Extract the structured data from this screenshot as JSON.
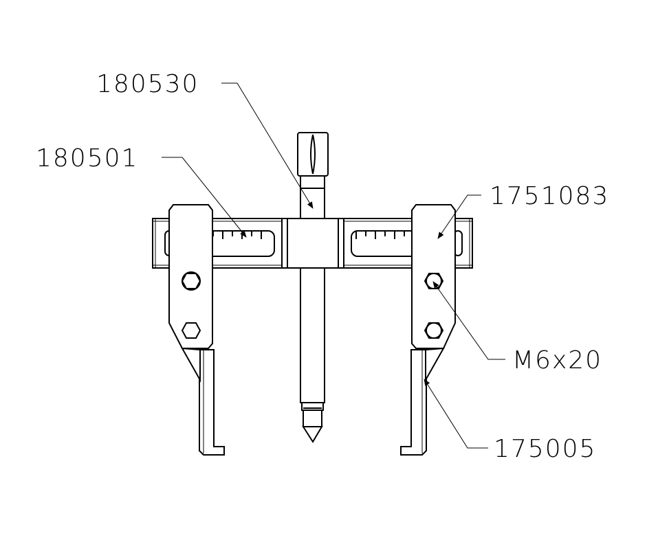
{
  "labels": {
    "rod": "180530",
    "scale_slot": "180501",
    "jaw_plate": "1751083",
    "bolt": "M6x20",
    "jaw": "175005"
  },
  "colors": {
    "line": "#000000",
    "background": "#ffffff"
  }
}
